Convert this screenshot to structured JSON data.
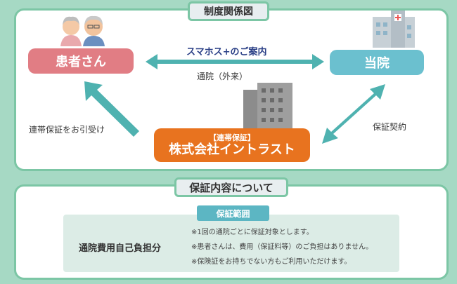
{
  "diagram": {
    "title": "制度関係図",
    "patient": "患者さん",
    "hospital": "当院",
    "company_tag": "【連帯保証】",
    "company_name": "株式会社イントラスト",
    "arrow_top_label": "スマホス+のご案内",
    "arrow_bottom_label": "通院（外来）",
    "left_label": "連帯保証をお引受け",
    "right_label": "保証契約"
  },
  "coverage": {
    "title": "保証内容について",
    "scope_title": "保証範囲",
    "item_label": "通院費用自己負担分",
    "notes": [
      "※1回の通院ごとに保証対象とします。",
      "※患者さんは、費用（保証料等）のご負担はありません。",
      "※保険証をお持ちでない方もご利用いただけます。"
    ]
  },
  "colors": {
    "accent_green": "#7cc6a5",
    "patient_pink": "#e17d84",
    "hospital_blue": "#6bc0cf",
    "company_orange": "#e8731f",
    "arrow_teal": "#4fb2b0"
  }
}
